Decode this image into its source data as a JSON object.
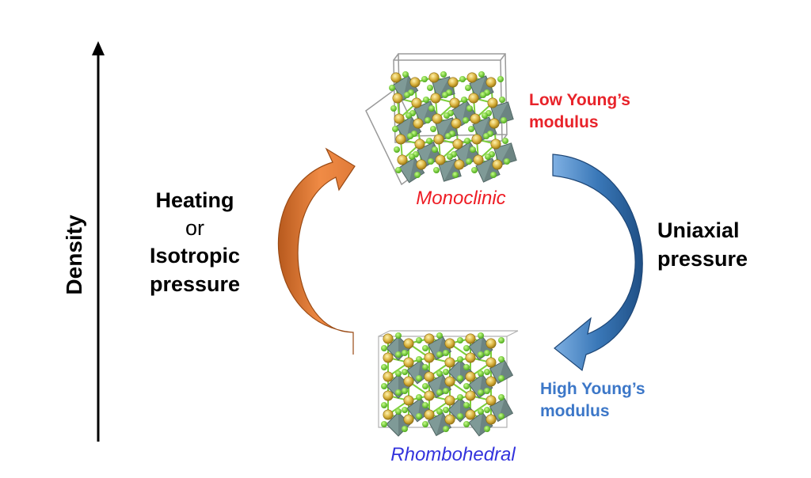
{
  "axis": {
    "label": "Density"
  },
  "left_process": {
    "line1": "Heating",
    "line2": "or",
    "line3": "Isotropic",
    "line4": "pressure",
    "arrow_color": "#e07b39"
  },
  "right_process": {
    "line1": "Uniaxial",
    "line2": "pressure",
    "arrow_color": "#3a78b8"
  },
  "phases": {
    "top": {
      "name": "Monoclinic",
      "name_color": "#ee1c24",
      "property_line1": "Low Young’s",
      "property_line2": "modulus",
      "property_color": "#e8232a"
    },
    "bottom": {
      "name": "Rhombohedral",
      "name_color": "#3333dd",
      "property_line1": "High Young’s",
      "property_line2": "modulus",
      "property_color": "#3c77c8"
    }
  },
  "crystal_colors": {
    "octahedron": "#7f9a97",
    "atom_yellow": "#d9b23d",
    "atom_green": "#66cc22"
  }
}
